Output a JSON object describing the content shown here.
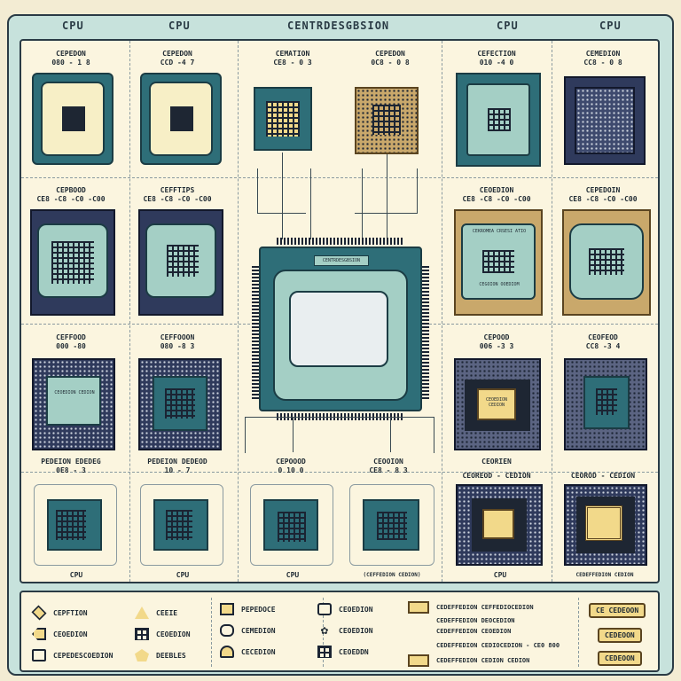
{
  "header": {
    "labels": [
      "CPU",
      "CPU",
      "CENTRDESGBSION",
      "CPU",
      "CPU"
    ]
  },
  "row1": {
    "labels": [
      {
        "name": "CEPEDON",
        "code": "080 - 1 8"
      },
      {
        "name": "CEPEDON",
        "code": "CCD -4 7"
      },
      {
        "name": "CEMATION",
        "code": "CE8 - 0 3"
      },
      {
        "name": "CEPEDON",
        "code": "0C8 - 0 8"
      },
      {
        "name": "CEFECTION",
        "code": "010 -4 0"
      },
      {
        "name": "CEMEDION",
        "code": "CC8 - 0 8"
      }
    ]
  },
  "row2": {
    "labels": [
      {
        "name": "CEPBOOD",
        "code": "CE8 -C8 -C0 -C00"
      },
      {
        "name": "CEFFTIPS",
        "code": "CE8 -C8 -C0 -C00"
      },
      {
        "name": "CEOEDION",
        "code": "CE8 -C8 -C0 -C00"
      },
      {
        "name": "CEPEDOIN",
        "code": "CE8 -C8 -C0 -C00"
      }
    ],
    "chip_text": [
      "CEKROMEA CRSESI ATIO",
      "CEGOION OOEDIOM"
    ]
  },
  "center": {
    "title_label": "CENTRDESGBSION",
    "chip_label": "CENTRDESGBSION"
  },
  "row3": {
    "labels": [
      {
        "name": "CEFFOOD",
        "code": "000 -80"
      },
      {
        "name": "CEFFOOON",
        "code": "080 -8 3"
      },
      {
        "name": "CEPOOD",
        "code": "006 -3 3"
      },
      {
        "name": "CEOFEOD",
        "code": "CC8 -3 4"
      }
    ],
    "chip_text": [
      "CEOEDION CEDION",
      "CEOEDION CEDION"
    ]
  },
  "row4": {
    "top_labels": [
      {
        "name": "PEDEION EDEDEG",
        "code": "0E8 - 3"
      },
      {
        "name": "PEDEION DEDEOD",
        "code": "10 - 7"
      },
      {
        "name": "CEPOOOD",
        "code": "0 10 0"
      },
      {
        "name": "CEOOION",
        "code": "CE8 - 8 3"
      },
      {
        "name": "CEORIEN",
        "code": ""
      },
      {
        "name": "CEOREOD - CEDION",
        "code": ""
      },
      {
        "name": "CEOROD - CEDION",
        "code": ""
      }
    ],
    "bottom_labels": [
      "CPU",
      "CPU",
      "CPU",
      "(CEFFEDION CEDION)",
      "CPU",
      "CEDEFFEDION CEDION"
    ]
  },
  "legend": {
    "items": [
      {
        "icon": "diamond-arrow-icon",
        "label": "CEPFTION"
      },
      {
        "icon": "arrow-left-icon",
        "label": "CEOEDION"
      },
      {
        "icon": "book-icon",
        "label": "CEPEDESCOEDION"
      },
      {
        "icon": "triangle-icon",
        "label": "CEEIE"
      },
      {
        "icon": "grid-icon",
        "label": "CEOEDION"
      },
      {
        "icon": "pentagon-icon",
        "label": "DEEBLES"
      },
      {
        "icon": "flag-icon",
        "label": "PEPEDOCE"
      },
      {
        "icon": "rounded-rect-icon",
        "label": "CEMEDION"
      },
      {
        "icon": "bell-icon",
        "label": "CECEDION"
      },
      {
        "icon": "dot-icon",
        "label": "CEOEDION"
      },
      {
        "icon": "gear-icon",
        "label": "CEOEDION"
      },
      {
        "icon": "grid-small-icon",
        "label": "CEOEDDN"
      },
      {
        "icon": "tag-icon",
        "label": "CEDEFFEDION CEFFEDIOCEDION"
      },
      {
        "icon": "note-icon",
        "label": "CEDEFFEDION DEOCEDION"
      },
      {
        "icon": "note-icon",
        "label": "CEDEFFEDION CEOEDION"
      },
      {
        "icon": "note-icon",
        "label": "CEDEFFEDION CEDIOCEDION - CE0 800"
      },
      {
        "icon": "note-icon",
        "label": "CEDEFFEDION CEDION CEDION"
      },
      {
        "icon": "tag-icon",
        "label": "CE CEDEOON"
      },
      {
        "icon": "tag-icon",
        "label": "CEDEOON"
      },
      {
        "icon": "tag-icon",
        "label": "CEDEOON"
      }
    ]
  },
  "colors": {
    "frame": "#c7e2dc",
    "paper": "#fbf5df",
    "teal": "#2e6e78",
    "sea": "#a4cfc5",
    "navy": "#2f3a5c",
    "gold": "#f2d98a",
    "ink": "#1b2433"
  }
}
